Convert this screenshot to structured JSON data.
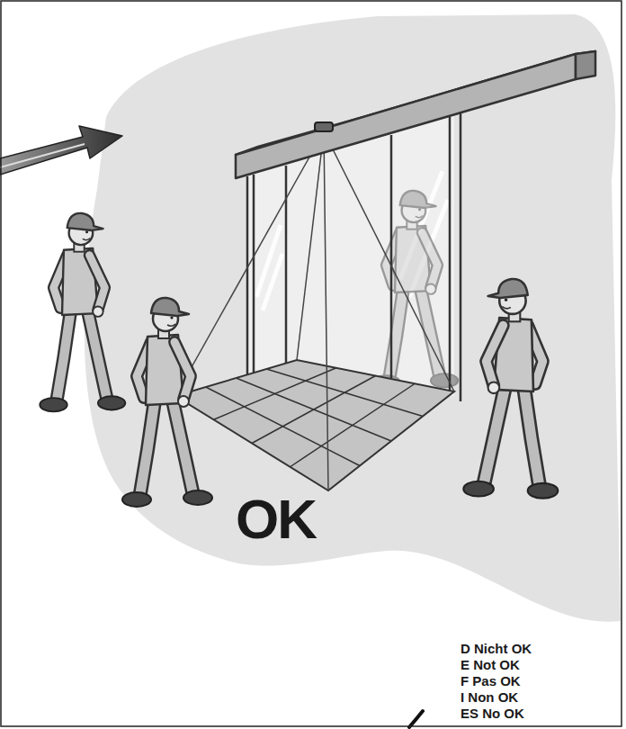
{
  "diagram": {
    "labels": [
      "OK",
      "D Nicht OK",
      "E Not OK",
      "F Pas OK",
      "I Non OK",
      "ES No OK"
    ]
  }
}
